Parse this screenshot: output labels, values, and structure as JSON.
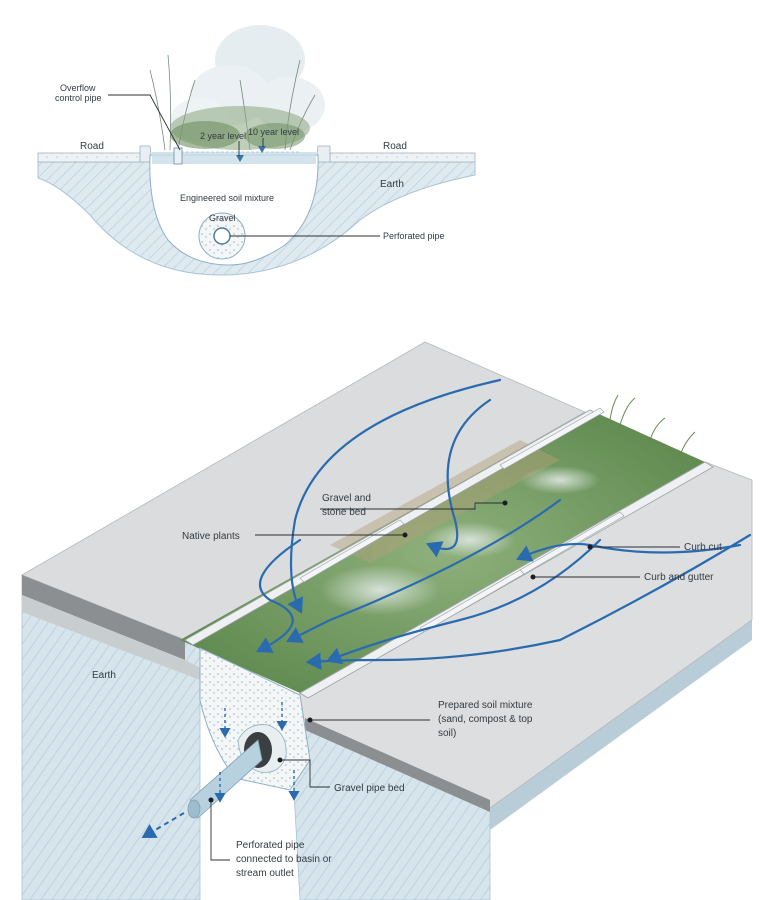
{
  "top_section": {
    "overflow_pipe": "Overflow\ncontrol pipe",
    "road_left": "Road",
    "road_right": "Road",
    "level_2yr": "2 year level",
    "level_10yr": "10 year level",
    "earth": "Earth",
    "engineered_soil": "Engineered soil mixture",
    "gravel": "Gravel",
    "perforated_pipe": "Perforated pipe"
  },
  "bottom_section": {
    "gravel_stone_bed": "Gravel and\nstone bed",
    "native_plants": "Native plants",
    "curb_cut": "Curb cut",
    "curb_gutter": "Curb and gutter",
    "earth": "Earth",
    "prepared_soil": "Prepared soil mixture\n(sand, compost & top\nsoil)",
    "gravel_pipe_bed": "Gravel pipe bed",
    "perforated_pipe_outlet": "Perforated pipe\nconnected to basin or\nstream outlet"
  },
  "colors": {
    "water": "#2a6bb0",
    "earth": "#d5e6ef",
    "road": "#d9dadb",
    "asphalt": "#8c8f92",
    "vegetation": "#6f9a5c"
  }
}
